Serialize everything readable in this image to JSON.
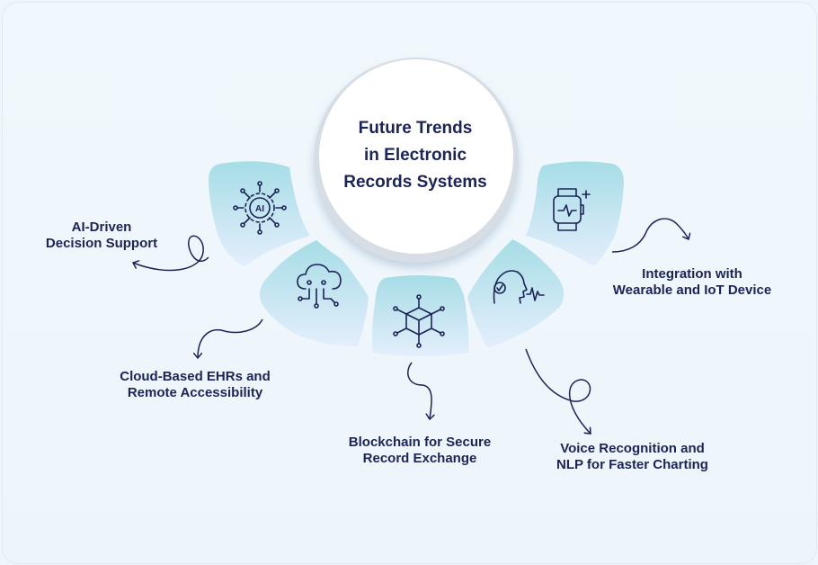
{
  "center": {
    "title": "Future Trends\nin Electronic\nRecords Systems"
  },
  "items": [
    {
      "label": "AI-Driven\nDecision Support",
      "icon": "ai-chip-icon"
    },
    {
      "label": "Cloud-Based EHRs and\nRemote Accessibility",
      "icon": "cloud-circuit-icon"
    },
    {
      "label": "Blockchain for Secure\nRecord Exchange",
      "icon": "blockchain-cube-icon"
    },
    {
      "label": "Voice Recognition and\nNLP for Faster Charting",
      "icon": "voice-recognition-icon"
    },
    {
      "label": "Integration with\nWearable and IoT Device",
      "icon": "smartwatch-icon"
    }
  ],
  "colors": {
    "text": "#1c2456",
    "petal_top": "#a6dde6",
    "petal_bottom": "#e2edfb",
    "arrow": "#1c2456"
  }
}
